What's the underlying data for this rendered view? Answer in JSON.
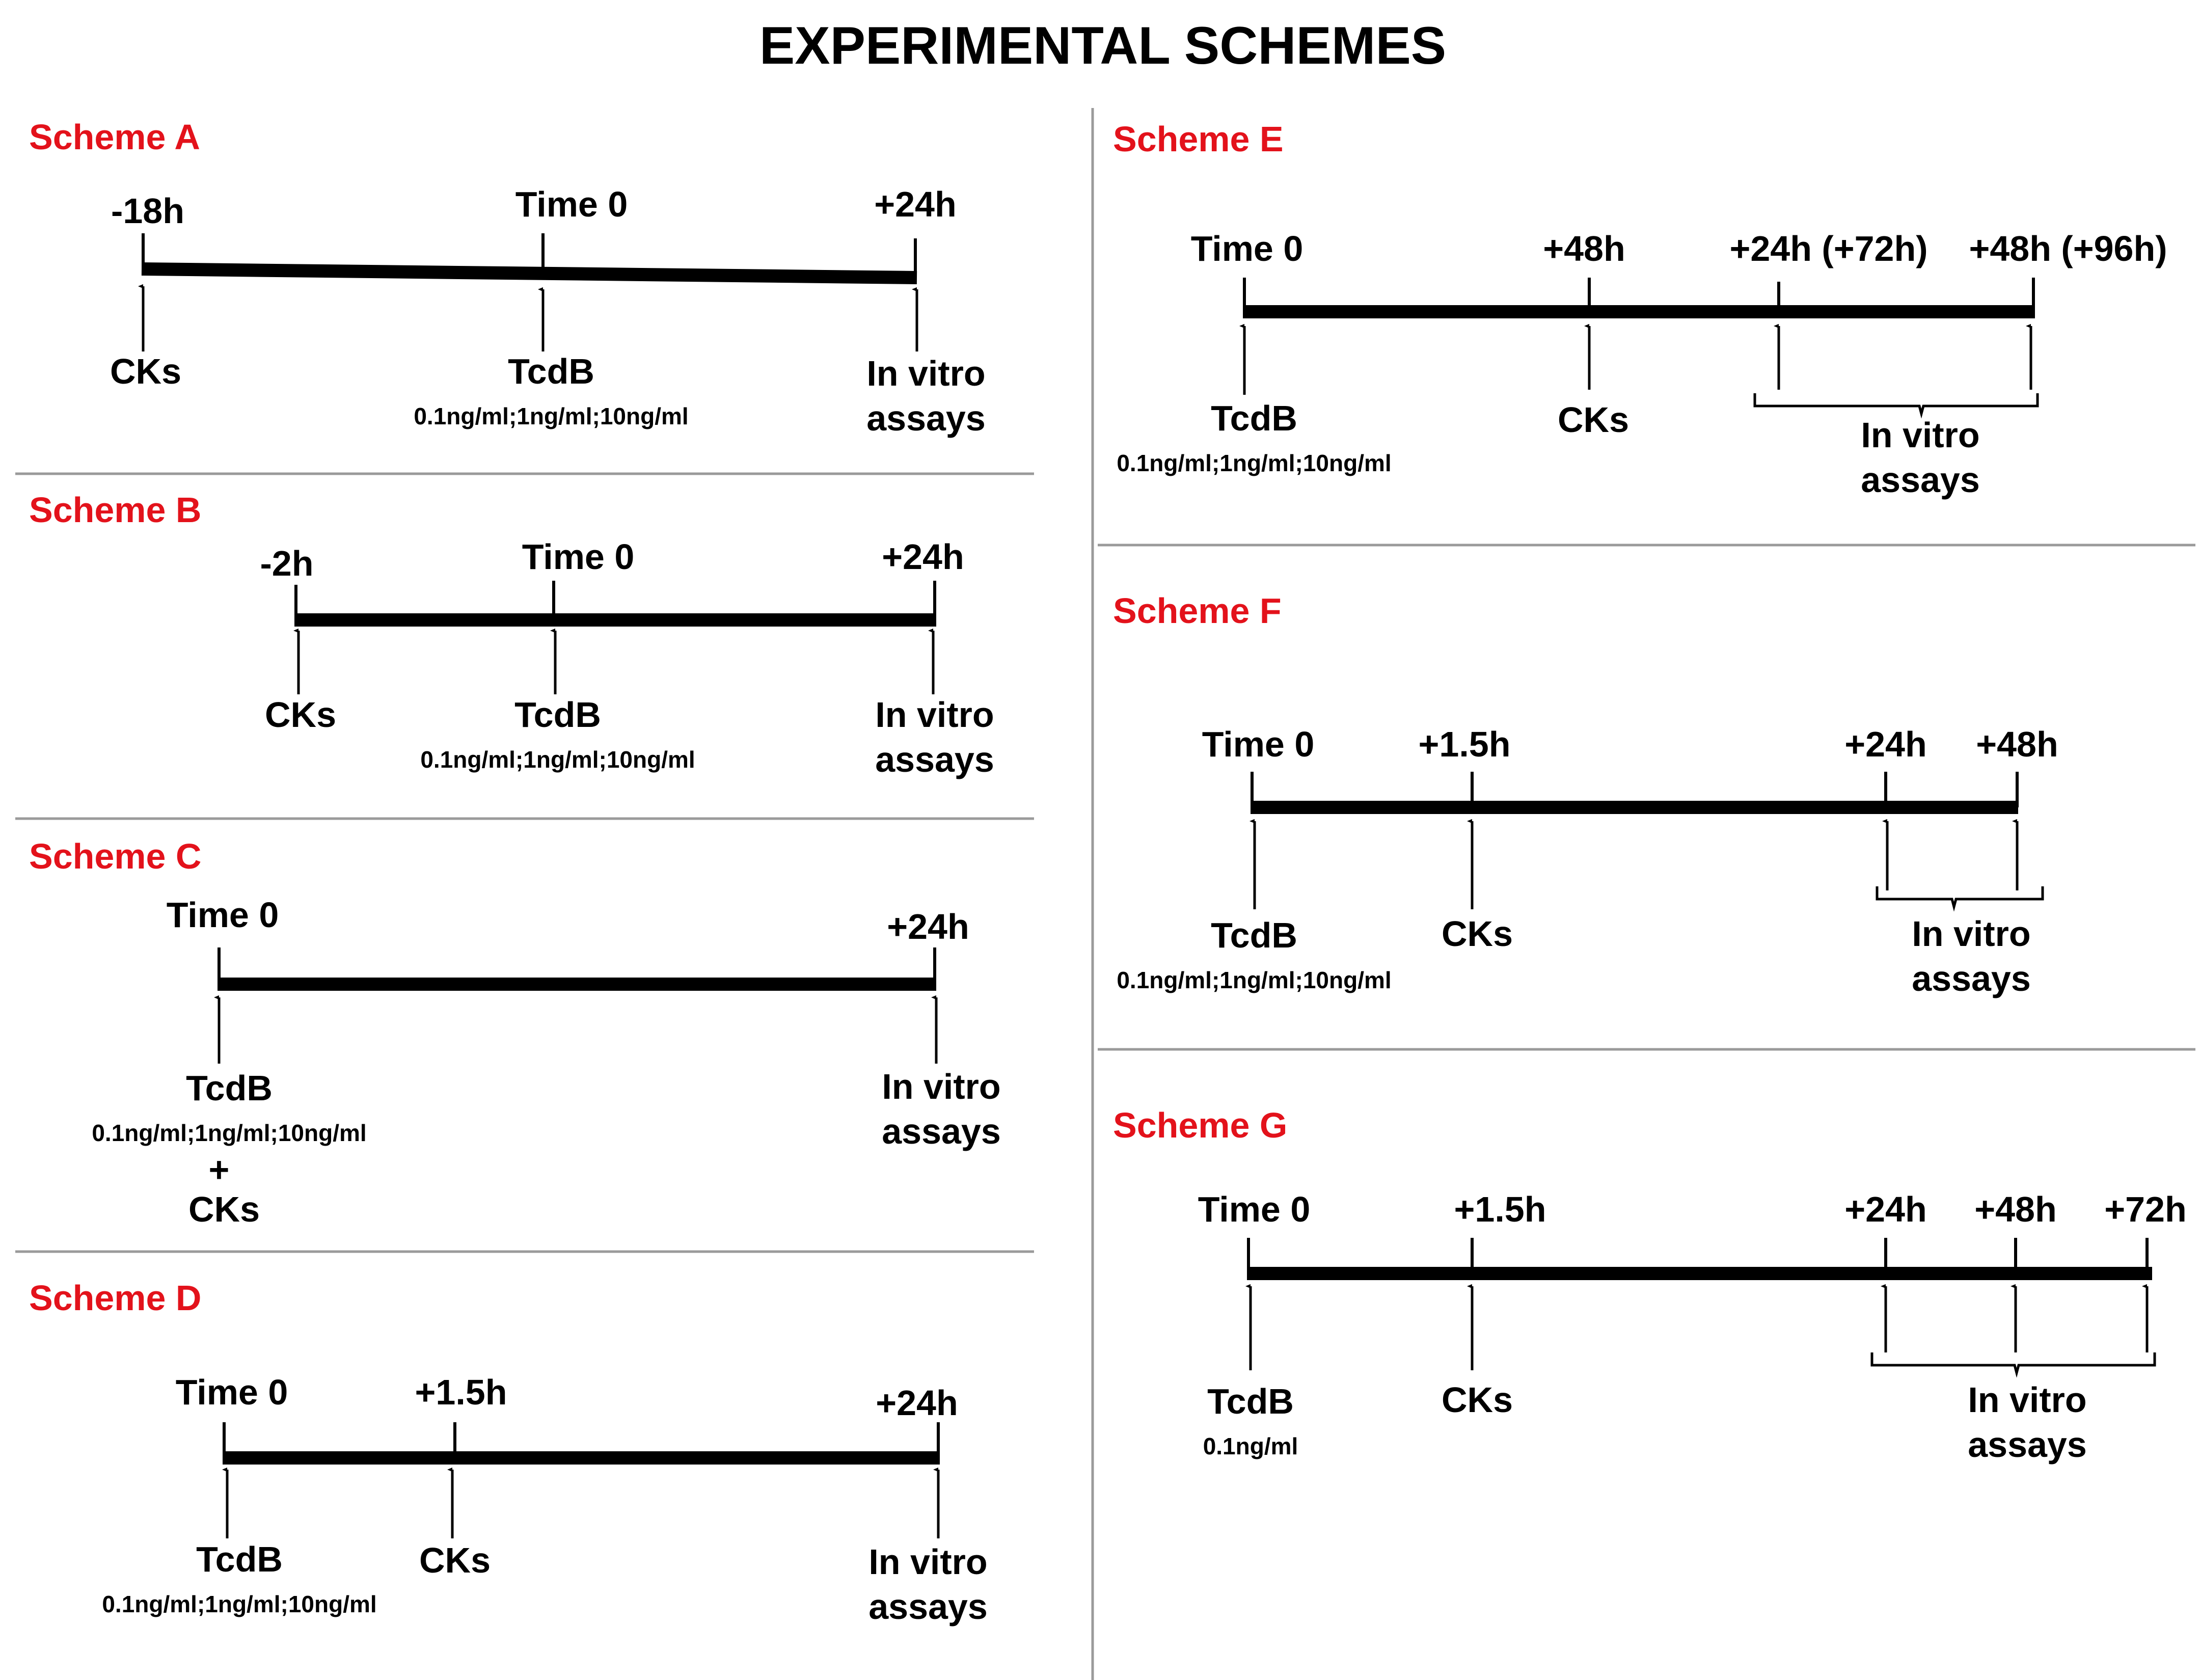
{
  "title": "EXPERIMENTAL SCHEMES",
  "colors": {
    "scheme_title": "#e3121b",
    "ink": "#000000",
    "divider": "#9a9a9a"
  },
  "schemes": {
    "A": {
      "title": "Scheme A",
      "t1": "-18h",
      "t2": "Time 0",
      "t3": "+24h",
      "agent1": "CKs",
      "agent2": "TcdB",
      "conc2": "0.1ng/ml;1ng/ml;10ng/ml",
      "assay1": "In vitro",
      "assay2": "assays"
    },
    "B": {
      "title": "Scheme B",
      "t1": "-2h",
      "t2": "Time 0",
      "t3": "+24h",
      "agent1": "CKs",
      "agent2": "TcdB",
      "conc2": "0.1ng/ml;1ng/ml;10ng/ml",
      "assay1": "In vitro",
      "assay2": "assays"
    },
    "C": {
      "title": "Scheme C",
      "t1": "Time 0",
      "t2": "+24h",
      "agent1": "TcdB",
      "conc1": "0.1ng/ml;1ng/ml;10ng/ml",
      "plus": "+",
      "agent1b": "CKs",
      "assay1": "In vitro",
      "assay2": "assays"
    },
    "D": {
      "title": "Scheme D",
      "t1": "Time 0",
      "t2": "+1.5h",
      "t3": "+24h",
      "agent1": "TcdB",
      "conc1": "0.1ng/ml;1ng/ml;10ng/ml",
      "agent2": "CKs",
      "assay1": "In vitro",
      "assay2": "assays"
    },
    "E": {
      "title": "Scheme E",
      "t1": "Time 0",
      "t2": "+48h",
      "t3": "+24h (+72h)",
      "t4": "+48h (+96h)",
      "agent1": "TcdB",
      "conc1": "0.1ng/ml;1ng/ml;10ng/ml",
      "agent2": "CKs",
      "assay1": "In vitro",
      "assay2": "assays"
    },
    "F": {
      "title": "Scheme F",
      "t1": "Time 0",
      "t2": "+1.5h",
      "t3": "+24h",
      "t4": "+48h",
      "agent1": "TcdB",
      "conc1": "0.1ng/ml;1ng/ml;10ng/ml",
      "agent2": "CKs",
      "assay1": "In vitro",
      "assay2": "assays"
    },
    "G": {
      "title": "Scheme G",
      "t1": "Time 0",
      "t2": "+1.5h",
      "t3": "+24h",
      "t4": "+48h",
      "t5": "+72h",
      "agent1": "TcdB",
      "conc1": "0.1ng/ml",
      "agent2": "CKs",
      "assay1": "In vitro",
      "assay2": "assays"
    }
  }
}
